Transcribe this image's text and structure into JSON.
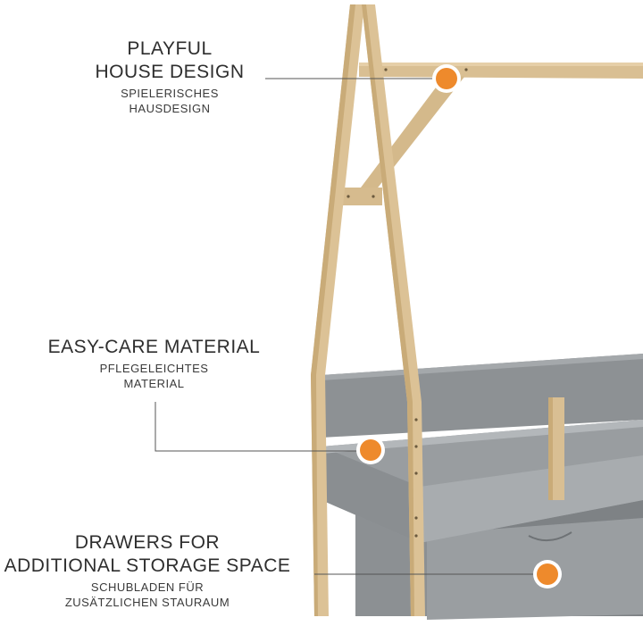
{
  "colors": {
    "wood": "#d9bf93",
    "wood_shade": "#c9ab78",
    "bed_grey": "#8f9396",
    "bed_grey_light": "#a7abae",
    "bed_grey_dark": "#7b7f82",
    "accent_dot": "#ee8a2c",
    "leader_line": "#555555"
  },
  "features": [
    {
      "title_lines": [
        "PLAYFUL",
        "HOUSE DESIGN"
      ],
      "subtitle_lines": [
        "SPIELERISCHES",
        "HAUSDESIGN"
      ],
      "marker_icon": "orange-dot-icon"
    },
    {
      "title_lines": [
        "EASY-CARE MATERIAL"
      ],
      "subtitle_lines": [
        "PFLEGELEICHTES",
        "MATERIAL"
      ],
      "marker_icon": "orange-dot-icon"
    },
    {
      "title_lines": [
        "DRAWERS FOR",
        "ADDITIONAL STORAGE SPACE"
      ],
      "subtitle_lines": [
        "SCHUBLADEN FÜR",
        "ZUSÄTZLICHEN STAURAUM"
      ],
      "marker_icon": "orange-dot-icon"
    }
  ]
}
